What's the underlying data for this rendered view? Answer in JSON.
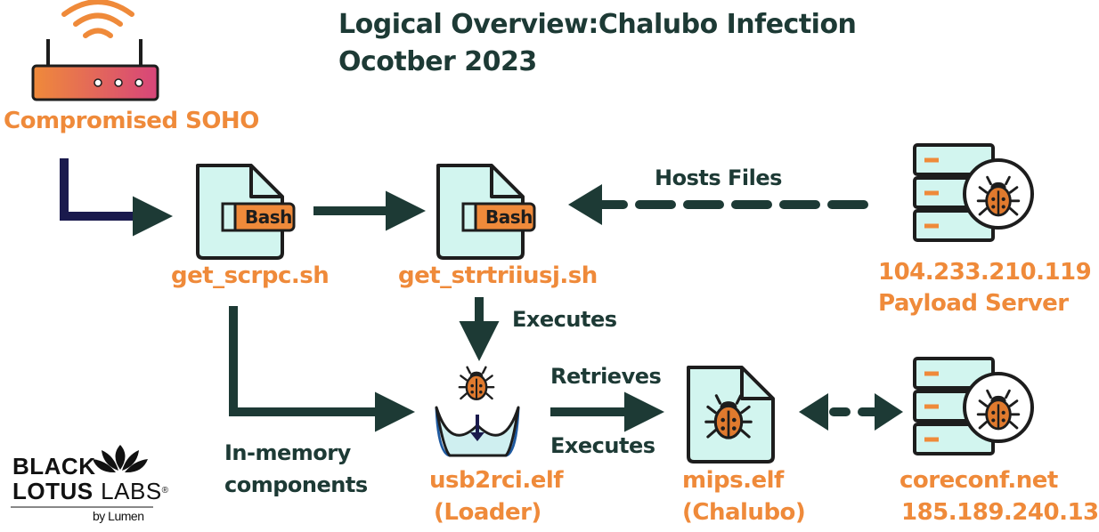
{
  "title": {
    "line1": "Logical Overview:Chalubo Infection",
    "line2": "Ocotber 2023"
  },
  "nodes": {
    "router": {
      "label": "Compromised SOHO",
      "icon": "router-icon"
    },
    "script1": {
      "label": "get_scrpc.sh",
      "badge": "Bash",
      "icon": "bash-file-icon"
    },
    "script2": {
      "label": "get_strtriiusj.sh",
      "badge": "Bash",
      "icon": "bash-file-icon"
    },
    "payload_server": {
      "line1": "104.233.210.119",
      "line2": "Payload Server",
      "icon": "server-bug-icon"
    },
    "loader": {
      "line1": "usb2rci.elf",
      "line2": "(Loader)",
      "icon": "loader-bug-icon"
    },
    "mips": {
      "line1": "mips.elf",
      "line2": "(Chalubo)",
      "icon": "bug-file-icon"
    },
    "c2": {
      "line1": "coreconf.net",
      "line2": "185.189.240.13",
      "icon": "server-bug-icon"
    }
  },
  "edges": {
    "hosts_files": "Hosts Files",
    "executes_1": "Executes",
    "retrieves": "Retrieves",
    "executes_2": "Executes",
    "in_memory_line1": "In-memory",
    "in_memory_line2": "components"
  },
  "logo": {
    "line1": "BLACK",
    "line2_bold": "LOTUS",
    "line2_thin": "LABS",
    "registered": "®",
    "tagline": "by Lumen"
  },
  "colors": {
    "accent_orange": "#ef8a3a",
    "dark_teal": "#1d3a35",
    "icon_fill": "#d2f5ef",
    "bug_orange": "#e07a2e",
    "router_gradient_start": "#ef8a3a",
    "router_gradient_end": "#d7457a",
    "navy": "#1a1a4d",
    "loader_blue": "#1f5aa0"
  }
}
